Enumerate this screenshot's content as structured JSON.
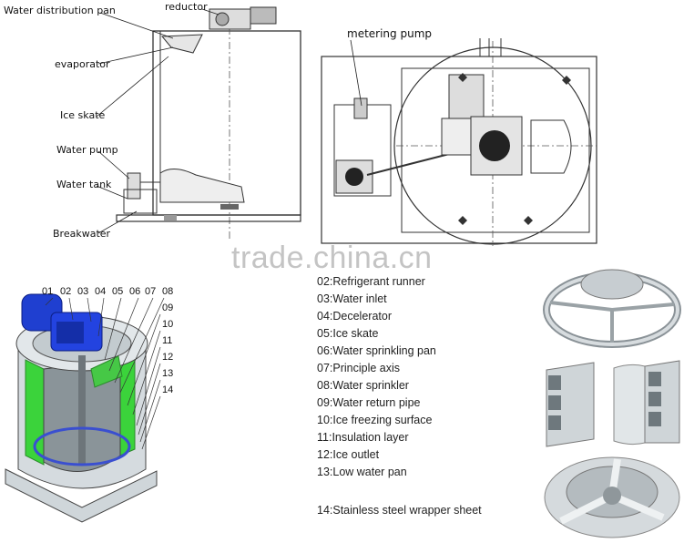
{
  "top_left_labels": {
    "water_distribution_pan": "Water distribution pan",
    "reductor": "reductor",
    "evaporator": "evaporator",
    "ice_skate": "Ice skate",
    "water_pump": "Water pump",
    "water_tank": "Water tank",
    "breakwater": "Breakwater"
  },
  "top_right_labels": {
    "metering_pump": "metering pump"
  },
  "watermark": "trade.china.cn",
  "part_numbers": [
    "01",
    "02",
    "03",
    "04",
    "05",
    "06",
    "07",
    "08",
    "09",
    "10",
    "11",
    "12",
    "13",
    "14"
  ],
  "legend": [
    "02:Refrigerant runner",
    "03:Water inlet",
    "04:Decelerator",
    "05:Ice skate",
    "06:Water sprinkling pan",
    "07:Principle axis",
    "08:Water sprinkler",
    "09:Water return pipe",
    "10:Ice freezing surface",
    "11:Insulation layer",
    "12:Ice outlet",
    "13:Low water pan",
    "14:Stainless steel wrapper sheet"
  ],
  "colors": {
    "motor_blue": "#1f3fd0",
    "insulation_green": "#3bd33b",
    "metal_gray": "#c9cfd3",
    "line": "#222222"
  }
}
